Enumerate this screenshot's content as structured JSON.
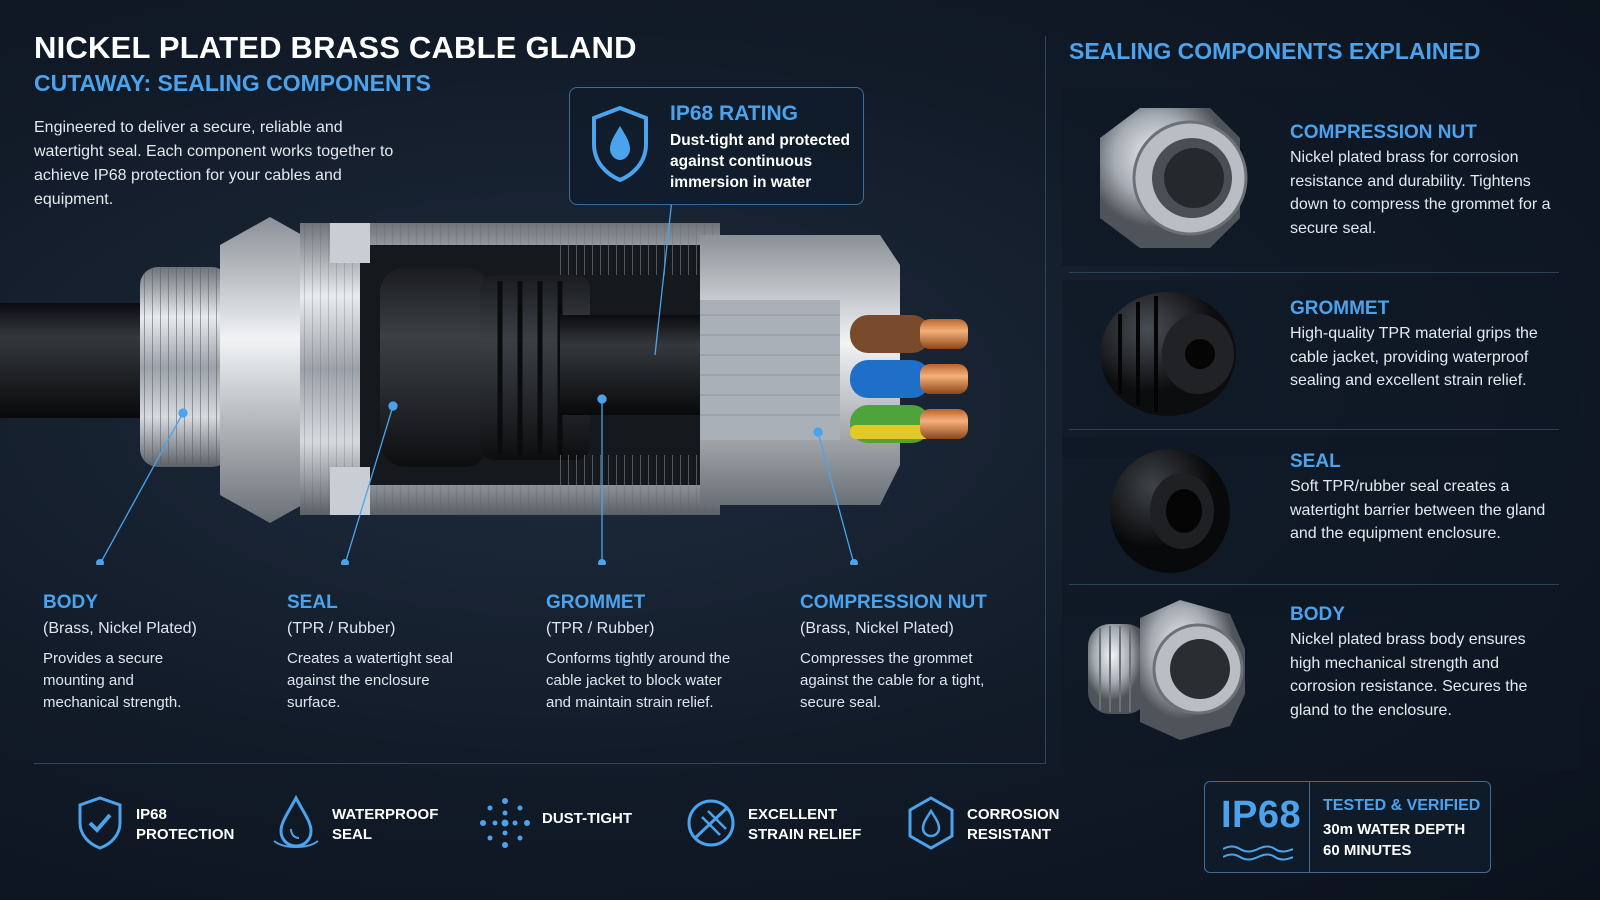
{
  "header": {
    "title": "NICKEL PLATED BRASS CABLE GLAND",
    "subtitle": "CUTAWAY: SEALING COMPONENTS",
    "intro": "Engineered to deliver a secure, reliable and watertight seal. Each component works together to achieve IP68 protection for your cables and equipment."
  },
  "ip_callout": {
    "title": "IP68 RATING",
    "text": "Dust-tight and protected against continuous immersion in water",
    "icon": "shield-water-drop-icon"
  },
  "cutaway_labels": [
    {
      "name": "BODY",
      "material": "(Brass, Nickel Plated)",
      "text": "Provides a secure mounting and mechanical strength."
    },
    {
      "name": "SEAL",
      "material": "(TPR / Rubber)",
      "text": "Creates a watertight seal against the enclosure surface."
    },
    {
      "name": "GROMMET",
      "material": "(TPR / Rubber)",
      "text": "Conforms tightly around the cable jacket to block water and maintain strain relief."
    },
    {
      "name": "COMPRESSION NUT",
      "material": "(Brass, Nickel Plated)",
      "text": "Compresses the grommet against the cable for a tight, secure seal."
    }
  ],
  "right_panel": {
    "heading": "SEALING COMPONENTS EXPLAINED",
    "items": [
      {
        "title": "COMPRESSION NUT",
        "text": "Nickel plated brass for corrosion resistance and durability. Tightens down to compress the grommet for a secure seal."
      },
      {
        "title": "GROMMET",
        "text": "High-quality TPR material grips the cable jacket, providing waterproof sealing and excellent strain relief."
      },
      {
        "title": "SEAL",
        "text": "Soft TPR/rubber seal creates a watertight barrier between the gland and the equipment enclosure."
      },
      {
        "title": "BODY",
        "text": "Nickel plated brass body ensures high mechanical strength and corrosion resistance. Secures the gland to the enclosure."
      }
    ]
  },
  "features": [
    {
      "label": "IP68\nPROTECTION",
      "icon": "shield-check-icon"
    },
    {
      "label": "WATERPROOF\nSEAL",
      "icon": "water-drop-icon"
    },
    {
      "label": "DUST-TIGHT",
      "icon": "dust-dots-icon"
    },
    {
      "label": "EXCELLENT\nSTRAIN RELIEF",
      "icon": "strain-relief-icon"
    },
    {
      "label": "CORROSION\nRESISTANT",
      "icon": "hexagon-drop-icon"
    }
  ],
  "badge": {
    "rating": "IP68",
    "heading": "TESTED & VERIFIED",
    "line1": "30m WATER DEPTH",
    "line2": "60 MINUTES",
    "icon": "waves-icon"
  },
  "colors": {
    "accent": "#4aa3ec",
    "background": "#111a27",
    "text": "#dfe6ee"
  }
}
